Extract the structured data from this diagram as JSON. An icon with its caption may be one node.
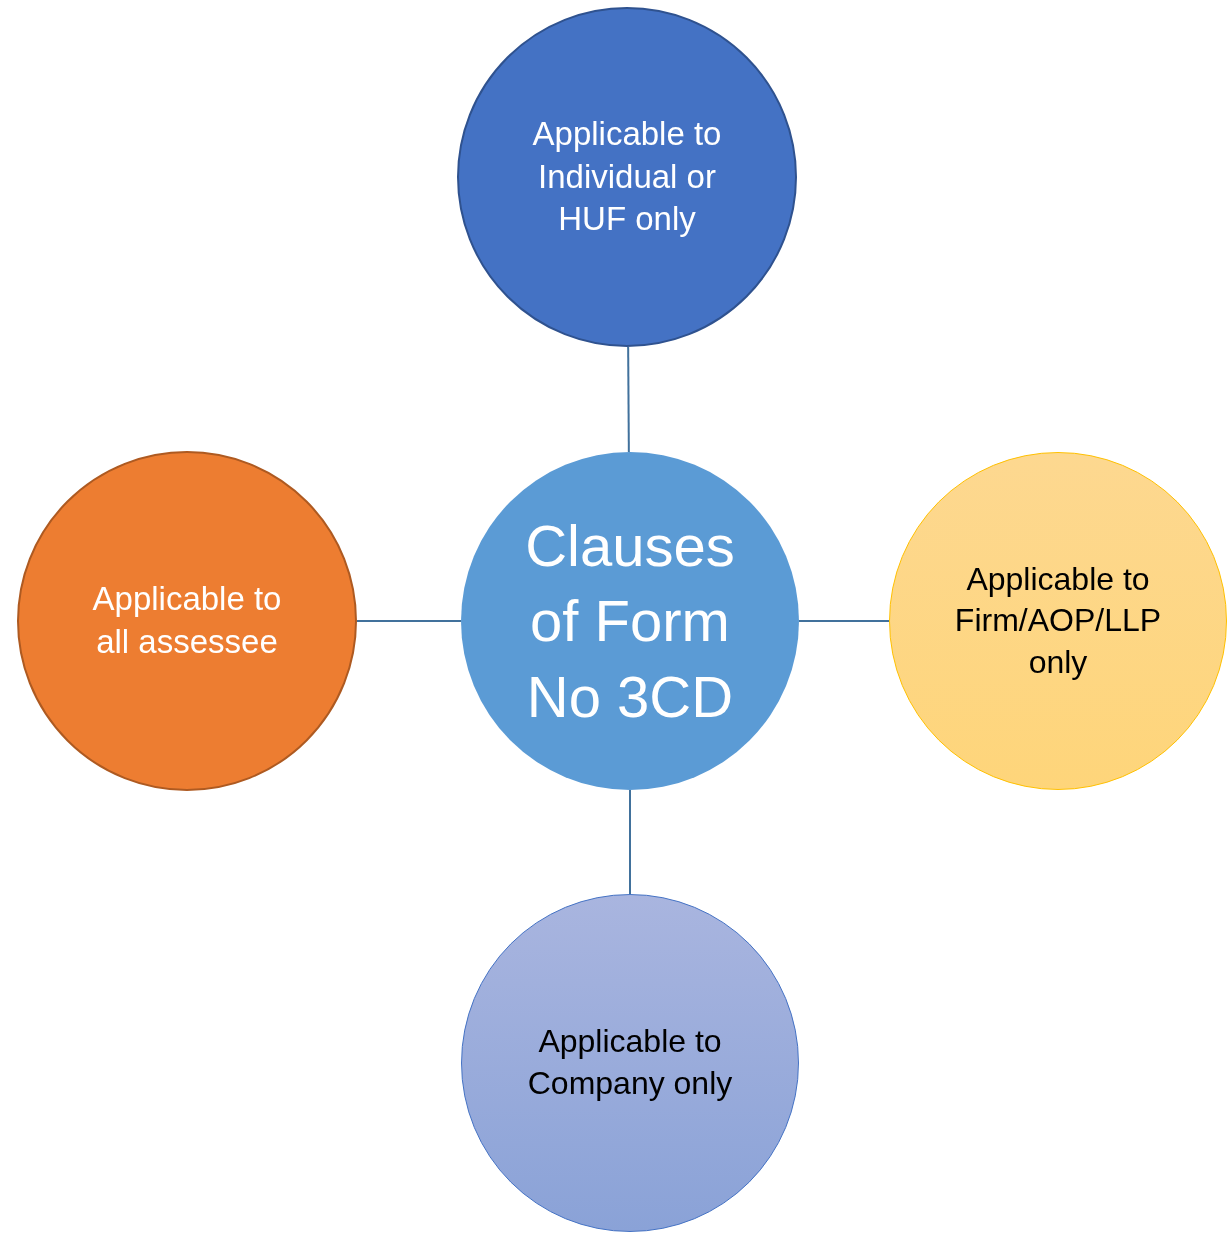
{
  "diagram": {
    "nodes": [
      {
        "text": [
          "Applicable to Individual or HUF only"
        ]
      },
      {
        "text": [
          "Applicable to all assessee"
        ]
      },
      {
        "text": [
          "Clauses of Form No 3CD"
        ]
      },
      {
        "text": [
          "Applicable to Firm/AOP/LLP only"
        ]
      },
      {
        "text": [
          "Applicable to Company only"
        ]
      }
    ],
    "edges": [
      {
        "from": 2,
        "to": 0,
        "arrow": "none"
      },
      {
        "from": 2,
        "to": 1,
        "arrow": "none"
      },
      {
        "from": 2,
        "to": 3,
        "arrow": "none"
      },
      {
        "from": 2,
        "to": 4,
        "arrow": "none"
      }
    ]
  }
}
